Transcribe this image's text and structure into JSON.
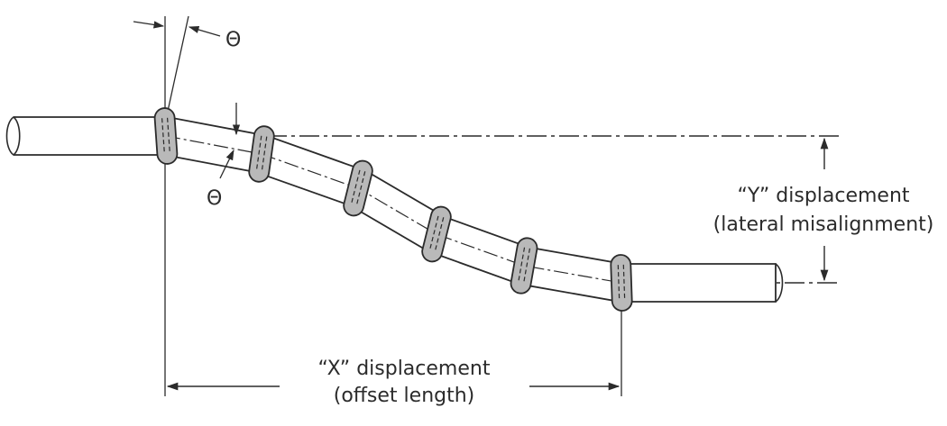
{
  "diagram": {
    "theta_top": "Θ",
    "theta_side": "Θ",
    "y_label_line1": "“Y” displacement",
    "y_label_line2": "(lateral misalignment)",
    "x_label_line1": "“X” displacement",
    "x_label_line2": "(offset length)"
  },
  "colors": {
    "line": "#2b2b2b",
    "coupling_fill": "#b9b9b9",
    "pipe_fill": "#ffffff"
  },
  "coupling_count": 6
}
